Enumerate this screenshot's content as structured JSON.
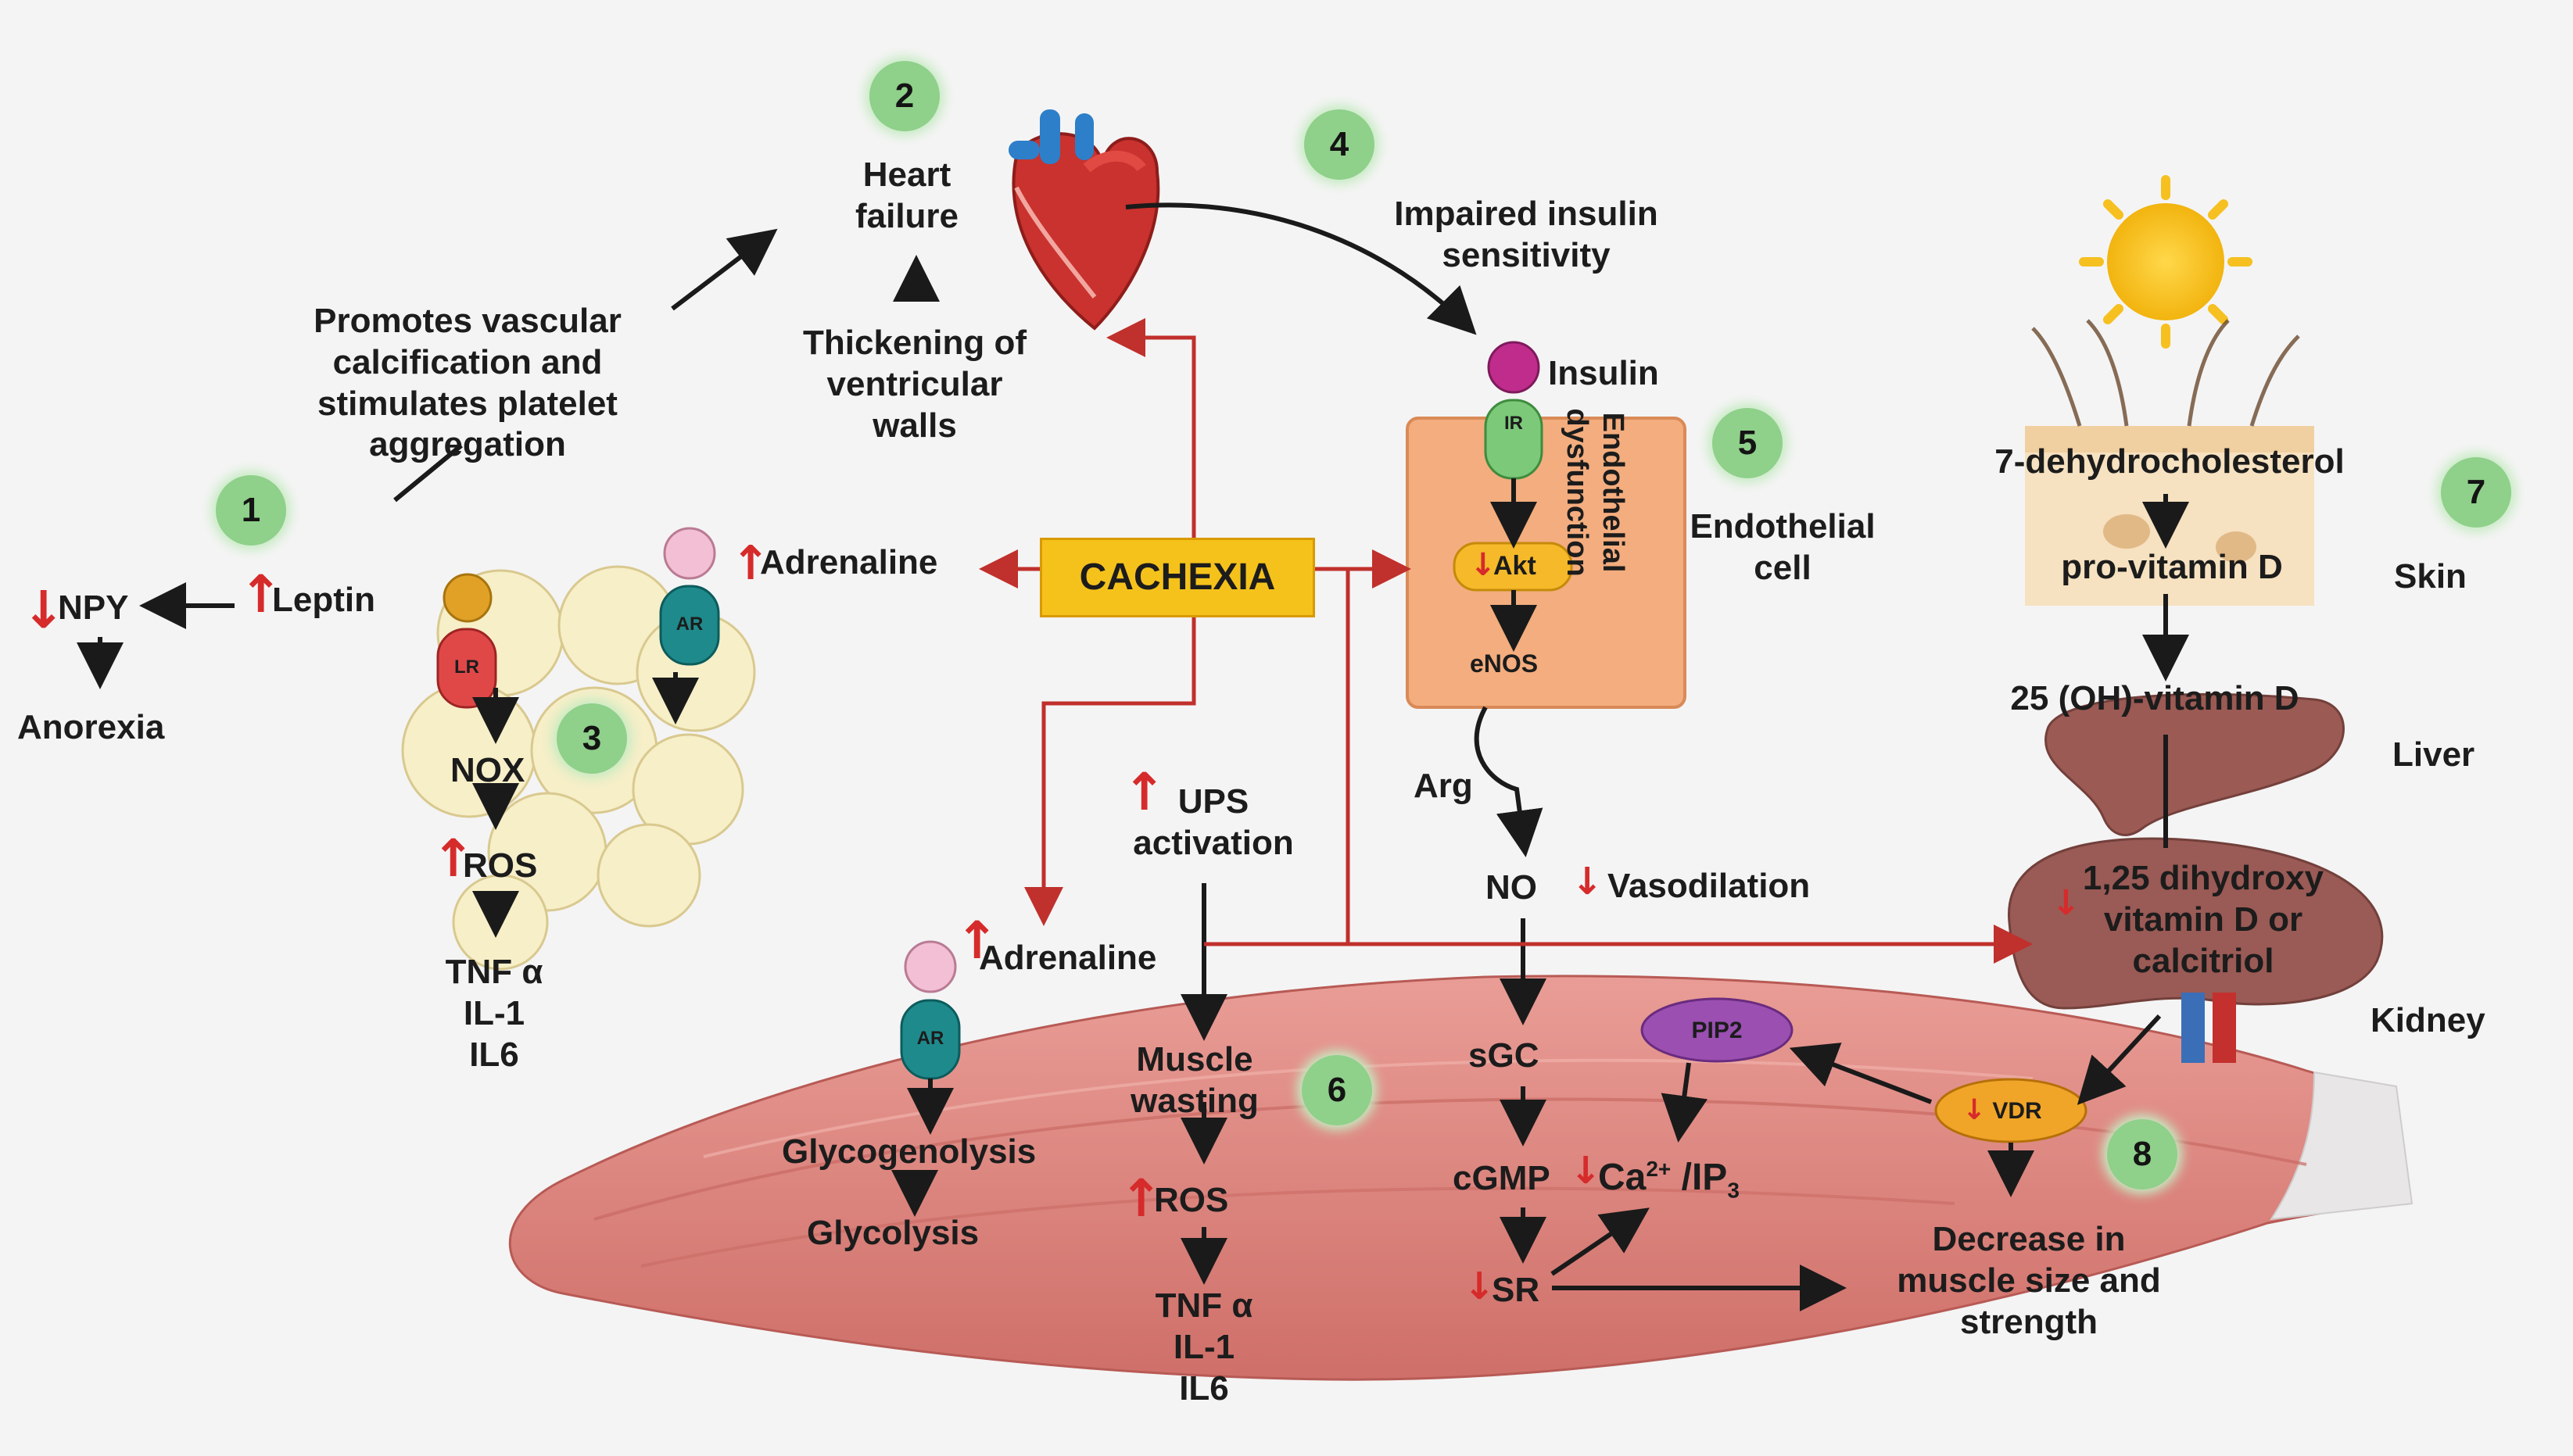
{
  "numbers": [
    "1",
    "2",
    "3",
    "4",
    "5",
    "6",
    "7",
    "8"
  ],
  "heart": {
    "label": "Heart\nfailure",
    "thickening": "Thickening of\nventricular\nwalls"
  },
  "promotes": "Promotes vascular\ncalcification and\nstimulates platelet\naggregation",
  "insulin_sensitivity": "Impaired insulin\nsensitivity",
  "cachexia": "CACHEXIA",
  "leptin": {
    "npy": "NPY",
    "leptin": "Leptin",
    "anorexia": "Anorexia"
  },
  "adipose": {
    "lr": "LR",
    "ar": "AR",
    "nox": "NOX",
    "ros": "ROS",
    "cytokines": "TNF α\nIL-1\nIL6",
    "adrenaline": "Adrenaline"
  },
  "endothelial": {
    "insulin": "Insulin",
    "ir": "IR",
    "akt": "Akt",
    "enos": "eNOS",
    "dysfunction": "Endothelial\ndysfunction",
    "cell": "Endothelial\ncell",
    "arg": "Arg",
    "no": "NO",
    "vasodilation": "Vasodilation"
  },
  "ups": "UPS\nactivation",
  "muscle": {
    "adrenaline": "Adrenaline",
    "ar": "AR",
    "glycogenolysis": "Glycogenolysis",
    "glycolysis": "Glycolysis",
    "wasting": "Muscle\nwasting",
    "ros": "ROS",
    "cytokines": "TNF α\nIL-1\nIL6",
    "sgc": "sGC",
    "cgmp": "cGMP",
    "ca": "Ca",
    "ca_sup": "2+",
    "ip3": " /IP",
    "ip3_sub": "3",
    "sr": "SR",
    "pip2": "PIP2",
    "vdr": "VDR",
    "decrease": "Decrease in\nmuscle size and\nstrength"
  },
  "vitamin_d": {
    "dehydro": "7-dehydrocholesterol",
    "pro": "pro-vitamin D",
    "skin": "Skin",
    "oh": "25 (OH)-vitamin D",
    "liver": "Liver",
    "dihydroxy": "1,25 dihydroxy\nvitamin D or\ncalcitriol",
    "kidney": "Kidney"
  },
  "colors": {
    "badge": "#8fd08a",
    "cachexia": "#f5c21c",
    "red_arrow": "#c0302c",
    "black_arrow": "#1a1a1a",
    "muscle": "#e48a84",
    "endothelial": "#f3ad7e",
    "kidney": "#9a5a55",
    "liver": "#9b5a54",
    "sun": "#f7c21a"
  },
  "icons": [
    "heart-icon",
    "sun-icon",
    "skin-icon",
    "liver-icon",
    "kidney-icon",
    "adipose-cells-icon",
    "muscle-icon"
  ]
}
